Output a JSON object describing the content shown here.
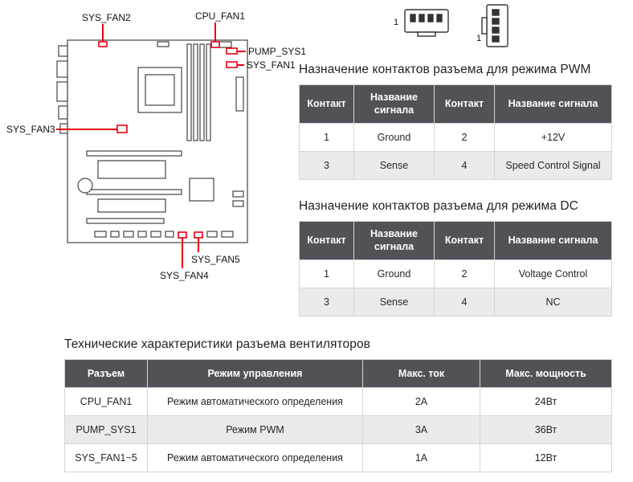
{
  "colors": {
    "header_bg": "#515257",
    "row_alt_bg": "#ebebeb",
    "accent_red": "#e60012",
    "border_color": "#d6d6d6",
    "text_color": "#262626"
  },
  "diagram": {
    "pin1": "1",
    "labels": {
      "sys_fan2": "SYS_FAN2",
      "cpu_fan1": "CPU_FAN1",
      "pump_sys1": "PUMP_SYS1",
      "sys_fan1": "SYS_FAN1",
      "sys_fan3": "SYS_FAN3",
      "sys_fan5": "SYS_FAN5",
      "sys_fan4": "SYS_FAN4"
    }
  },
  "pwm_table": {
    "title": "Назначение контактов разъема для режима PWM",
    "headers": [
      "Контакт",
      "Название сигнала",
      "Контакт",
      "Название сигнала"
    ],
    "rows": [
      [
        "1",
        "Ground",
        "2",
        "+12V"
      ],
      [
        "3",
        "Sense",
        "4",
        "Speed Control Signal"
      ]
    ]
  },
  "dc_table": {
    "title": "Назначение контактов разъема для режима DC",
    "headers": [
      "Контакт",
      "Название сигнала",
      "Контакт",
      "Название сигнала"
    ],
    "rows": [
      [
        "1",
        "Ground",
        "2",
        "Voltage Control"
      ],
      [
        "3",
        "Sense",
        "4",
        "NC"
      ]
    ]
  },
  "spec_table": {
    "title": "Технические характеристики разъема вентиляторов",
    "headers": [
      "Разъем",
      "Режим управления",
      "Макс. ток",
      "Макс. мощность"
    ],
    "rows": [
      [
        "CPU_FAN1",
        "Режим автоматического определения",
        "2A",
        "24Вт"
      ],
      [
        "PUMP_SYS1",
        "Режим PWM",
        "3A",
        "36Вт"
      ],
      [
        "SYS_FAN1~5",
        "Режим автоматического определения",
        "1A",
        "12Вт"
      ]
    ]
  }
}
